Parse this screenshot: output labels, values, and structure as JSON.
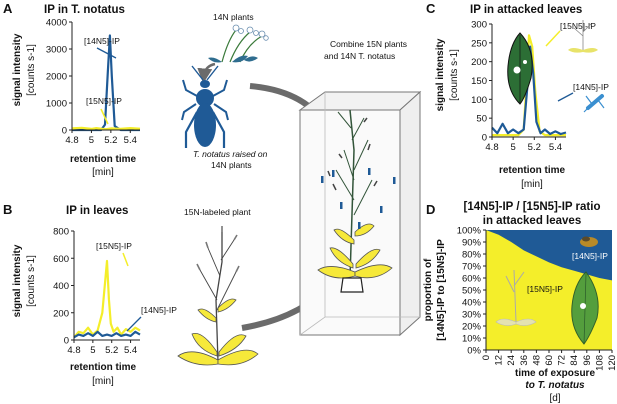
{
  "panels": {
    "A": {
      "letter": "A",
      "title": "IP in T. notatus",
      "ylabel": "signal intensity",
      "yunit": "[counts s-1]",
      "xlabel": "retention time",
      "xunit": "[min]",
      "label_14n": "[14N5]-IP",
      "label_15n": "[15N5]-IP",
      "plants_label": "14N plants",
      "insect_caption_1": "T. notatus raised on",
      "insect_caption_2": "14N plants"
    },
    "B": {
      "letter": "B",
      "title": "IP in leaves",
      "ylabel": "signal intensity",
      "yunit": "[counts s-1]",
      "xlabel": "retention time",
      "xunit": "[min]",
      "label_15n": "[15N5]-IP",
      "label_14n": "[14N5]-IP",
      "plant_label": "15N-labeled plant"
    },
    "C": {
      "letter": "C",
      "title": "IP in attacked leaves",
      "ylabel": "signal intensity",
      "yunit": "[counts s-1]",
      "xlabel": "retention time",
      "xunit": "[min]",
      "label_15n": "[15N5]-IP",
      "label_14n": "[14N5]-IP"
    },
    "D": {
      "letter": "D",
      "title_1": "[14N5]-IP / [15N5]-IP ratio",
      "title_2": "in attacked leaves",
      "ylabel_1": "proportion of",
      "ylabel_2": "[14N5]-IP to [15N5]-IP",
      "xlabel_1": "time of exposure",
      "xlabel_2": "to T. notatus",
      "xunit": "[d]",
      "label_14n": "[14N5]-IP",
      "label_15n": "[15N5]-IP"
    },
    "center": {
      "line_1": "Combine 15N plants",
      "line_2": "and 14N T. notatus"
    }
  },
  "colors": {
    "n14": "#1f5a96",
    "n15": "#f4ee2a",
    "leaf_dark": "#2c6e35",
    "arrow": "#6b6b6b",
    "plant_leaf": "#f6e93a"
  },
  "icons": [
    "insect-icon",
    "plant-icon",
    "leaf-icon",
    "cage-icon",
    "arrow-icon"
  ],
  "chart_data": [
    {
      "panel": "A",
      "type": "line",
      "title": "IP in T. notatus",
      "xlabel": "retention time [min]",
      "ylabel": "signal intensity [counts s-1]",
      "xlim": [
        4.8,
        5.5
      ],
      "ylim": [
        0,
        4000
      ],
      "xticks": [
        "4.8",
        "5",
        "5.2",
        "5.4"
      ],
      "yticks": [
        "0",
        "1000",
        "2000",
        "3000",
        "4000"
      ],
      "series": [
        {
          "name": "[14N5]-IP",
          "color": "#1f5a96",
          "x": [
            4.8,
            4.9,
            5.0,
            5.05,
            5.1,
            5.14,
            5.17,
            5.19,
            5.21,
            5.24,
            5.3,
            5.4,
            5.5
          ],
          "y": [
            0,
            0,
            0,
            0,
            0,
            200,
            2200,
            3500,
            2000,
            150,
            0,
            0,
            0
          ]
        },
        {
          "name": "[15N5]-IP",
          "color": "#f4ee2a",
          "x": [
            4.8,
            4.9,
            5.0,
            5.05,
            5.1,
            5.15,
            5.2,
            5.3,
            5.4,
            5.5
          ],
          "y": [
            60,
            80,
            40,
            70,
            50,
            30,
            60,
            40,
            70,
            50
          ]
        }
      ]
    },
    {
      "panel": "B",
      "type": "line",
      "title": "IP in leaves",
      "xlabel": "retention time [min]",
      "ylabel": "signal intensity [counts s-1]",
      "xlim": [
        4.8,
        5.5
      ],
      "ylim": [
        0,
        800
      ],
      "xticks": [
        "4.8",
        "5",
        "5.2",
        "5.4"
      ],
      "yticks": [
        "0",
        "200",
        "400",
        "600",
        "800"
      ],
      "series": [
        {
          "name": "[15N5]-IP",
          "color": "#f4ee2a",
          "x": [
            4.8,
            4.85,
            4.9,
            4.95,
            5.0,
            5.05,
            5.1,
            5.15,
            5.17,
            5.19,
            5.22,
            5.26,
            5.3,
            5.35,
            5.4,
            5.45,
            5.5
          ],
          "y": [
            20,
            60,
            50,
            90,
            40,
            70,
            200,
            580,
            300,
            120,
            60,
            90,
            40,
            80,
            60,
            90,
            70
          ]
        },
        {
          "name": "[14N5]-IP",
          "color": "#1f5a96",
          "x": [
            4.8,
            4.85,
            4.9,
            4.95,
            5.0,
            5.05,
            5.1,
            5.15,
            5.2,
            5.25,
            5.3,
            5.35,
            5.4,
            5.45,
            5.5
          ],
          "y": [
            20,
            40,
            30,
            50,
            30,
            60,
            30,
            40,
            30,
            50,
            30,
            40,
            30,
            60,
            40
          ]
        }
      ]
    },
    {
      "panel": "C",
      "type": "line",
      "title": "IP in attacked leaves",
      "xlabel": "retention time [min]",
      "ylabel": "signal intensity [counts s-1]",
      "xlim": [
        4.8,
        5.5
      ],
      "ylim": [
        0,
        300
      ],
      "xticks": [
        "4.8",
        "5",
        "5.2",
        "5.4"
      ],
      "yticks": [
        "0",
        "50",
        "100",
        "150",
        "200",
        "250",
        "300"
      ],
      "series": [
        {
          "name": "[15N5]-IP",
          "color": "#f4ee2a",
          "x": [
            4.8,
            4.9,
            5.0,
            5.05,
            5.1,
            5.13,
            5.15,
            5.18,
            5.21,
            5.25,
            5.3,
            5.4,
            5.5
          ],
          "y": [
            5,
            5,
            5,
            5,
            20,
            160,
            270,
            240,
            120,
            15,
            5,
            5,
            5
          ]
        },
        {
          "name": "[14N5]-IP",
          "color": "#1f5a96",
          "x": [
            4.8,
            4.85,
            4.9,
            4.95,
            5.0,
            5.05,
            5.1,
            5.14,
            5.16,
            5.19,
            5.22,
            5.26,
            5.3,
            5.35,
            5.4,
            5.45,
            5.5
          ],
          "y": [
            25,
            10,
            35,
            10,
            20,
            10,
            20,
            150,
            240,
            170,
            40,
            10,
            20,
            8,
            15,
            8,
            12
          ]
        }
      ]
    },
    {
      "panel": "D",
      "type": "area",
      "title": "[14N5]-IP / [15N5]-IP ratio in attacked leaves",
      "xlabel": "time of exposure to T. notatus [d]",
      "ylabel": "proportion of [14N5]-IP to [15N5]-IP",
      "xlim": [
        0,
        120
      ],
      "ylim": [
        0,
        100
      ],
      "xticks": [
        "0",
        "12",
        "24",
        "36",
        "48",
        "60",
        "72",
        "84",
        "96",
        "108",
        "120"
      ],
      "yticks": [
        "0%",
        "10%",
        "20%",
        "30%",
        "40%",
        "50%",
        "60%",
        "70%",
        "80%",
        "90%",
        "100%"
      ],
      "series": [
        {
          "name": "[14N5]-IP",
          "color": "#1f5a96",
          "x": [
            0,
            12,
            24,
            36,
            48,
            60,
            72,
            84,
            96,
            108,
            120
          ],
          "y": [
            0,
            4,
            10,
            17,
            22,
            27,
            31,
            34,
            37,
            40,
            42
          ]
        },
        {
          "name": "[15N5]-IP",
          "color": "#f4ee2a",
          "x": [
            0,
            12,
            24,
            36,
            48,
            60,
            72,
            84,
            96,
            108,
            120
          ],
          "y": [
            100,
            96,
            90,
            83,
            78,
            73,
            69,
            66,
            63,
            60,
            58
          ]
        }
      ]
    }
  ]
}
